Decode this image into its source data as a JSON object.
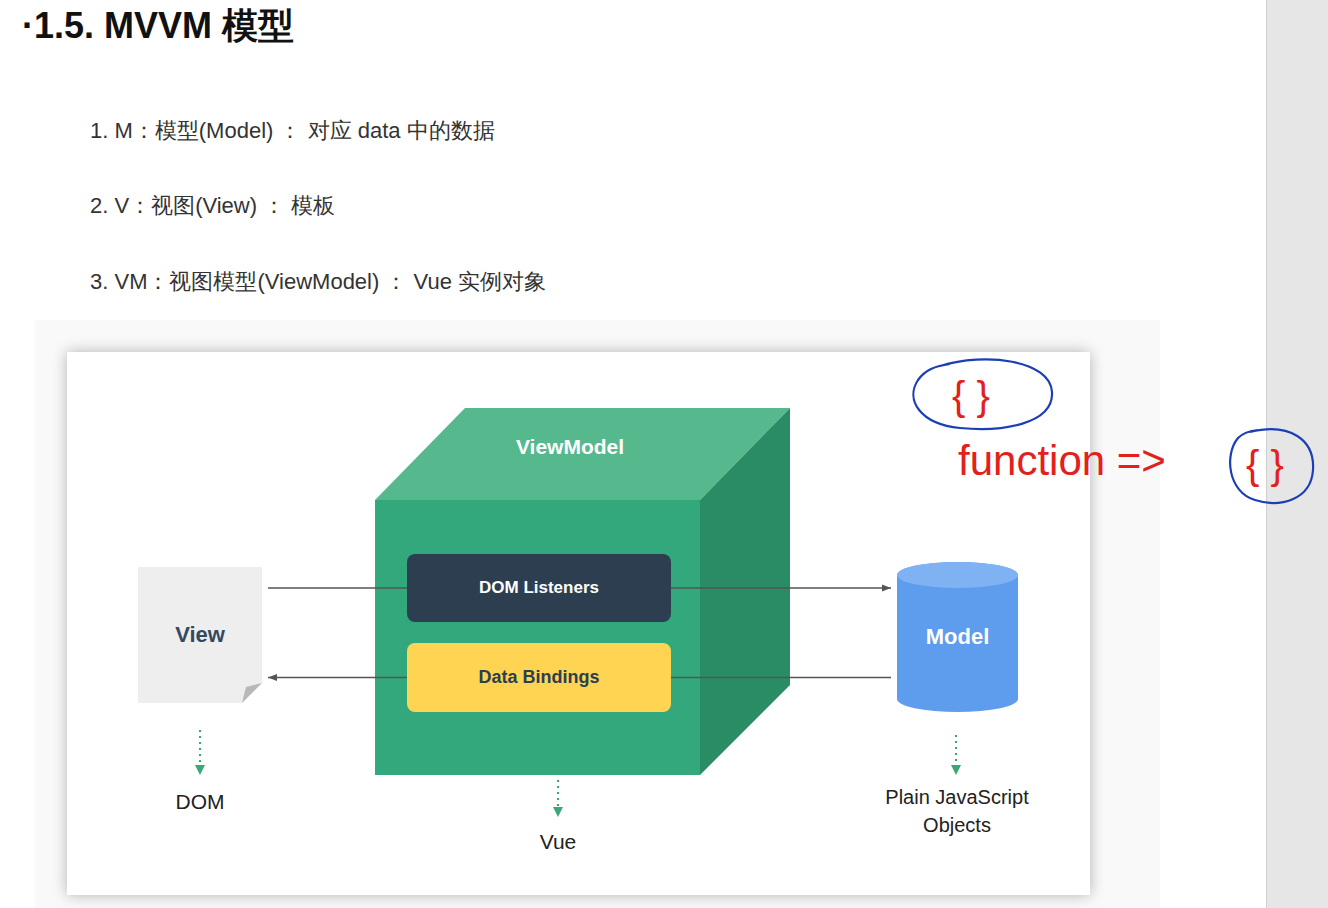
{
  "diagram": {
    "title": "·1.5. MVVM 模型",
    "nodes": [
      {
        "text": [
          "View"
        ]
      },
      {
        "text": [
          "ViewModel"
        ]
      },
      {
        "text": [
          "DOM Listeners"
        ],
        "in": 1
      },
      {
        "text": [
          "Data Bindings"
        ],
        "in": 1
      },
      {
        "text": [
          "Model"
        ]
      }
    ],
    "edges": [
      {
        "from": 0,
        "to": 2,
        "arrow": "none"
      },
      {
        "from": 2,
        "to": 4,
        "arrow": "to"
      },
      {
        "from": 4,
        "to": 3,
        "arrow": "none"
      },
      {
        "from": 3,
        "to": 0,
        "arrow": "to"
      }
    ],
    "labels": [
      "1. M：模型(Model) ： 对应 data 中的数据",
      "2. V：视图(View) ： 模板",
      "3. VM：视图模型(ViewModel) ： Vue 实例对象",
      "{ }",
      "function =>",
      "{ }",
      "DOM",
      "Vue",
      "Plain JavaScript Objects"
    ]
  }
}
